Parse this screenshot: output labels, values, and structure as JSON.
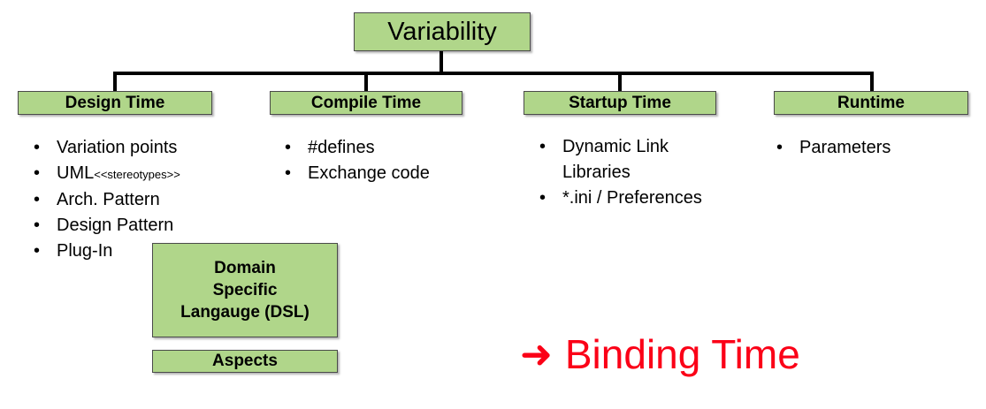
{
  "diagram": {
    "root": {
      "label": "Variability"
    },
    "columns": [
      {
        "header": "Design Time",
        "items": [
          {
            "text": "Variation points"
          },
          {
            "text": "UML",
            "small": "<<stereotypes>>"
          },
          {
            "text": "Arch. Pattern"
          },
          {
            "text": "Design Pattern"
          },
          {
            "text": "Plug-In"
          }
        ]
      },
      {
        "header": "Compile Time",
        "items": [
          {
            "text": "#defines"
          },
          {
            "text": "Exchange code"
          }
        ]
      },
      {
        "header": "Startup Time",
        "items": [
          {
            "text": "Dynamic Link",
            "text2": "Libraries"
          },
          {
            "text": "*.ini / Preferences"
          }
        ]
      },
      {
        "header": "Runtime",
        "items": [
          {
            "text": "Parameters"
          }
        ]
      }
    ],
    "extra_boxes": {
      "dsl": {
        "line1": "Domain",
        "line2": "Specific",
        "line3": "Langauge (DSL)"
      },
      "aspects": {
        "label": "Aspects"
      }
    },
    "callout": {
      "arrow": "➜",
      "text": "Binding Time",
      "color": "#fb0017"
    },
    "bullet_char": "•",
    "colors": {
      "box_fill": "#b0d68a",
      "box_border": "#4a4a4a",
      "line": "#000000",
      "text": "#000000"
    }
  }
}
